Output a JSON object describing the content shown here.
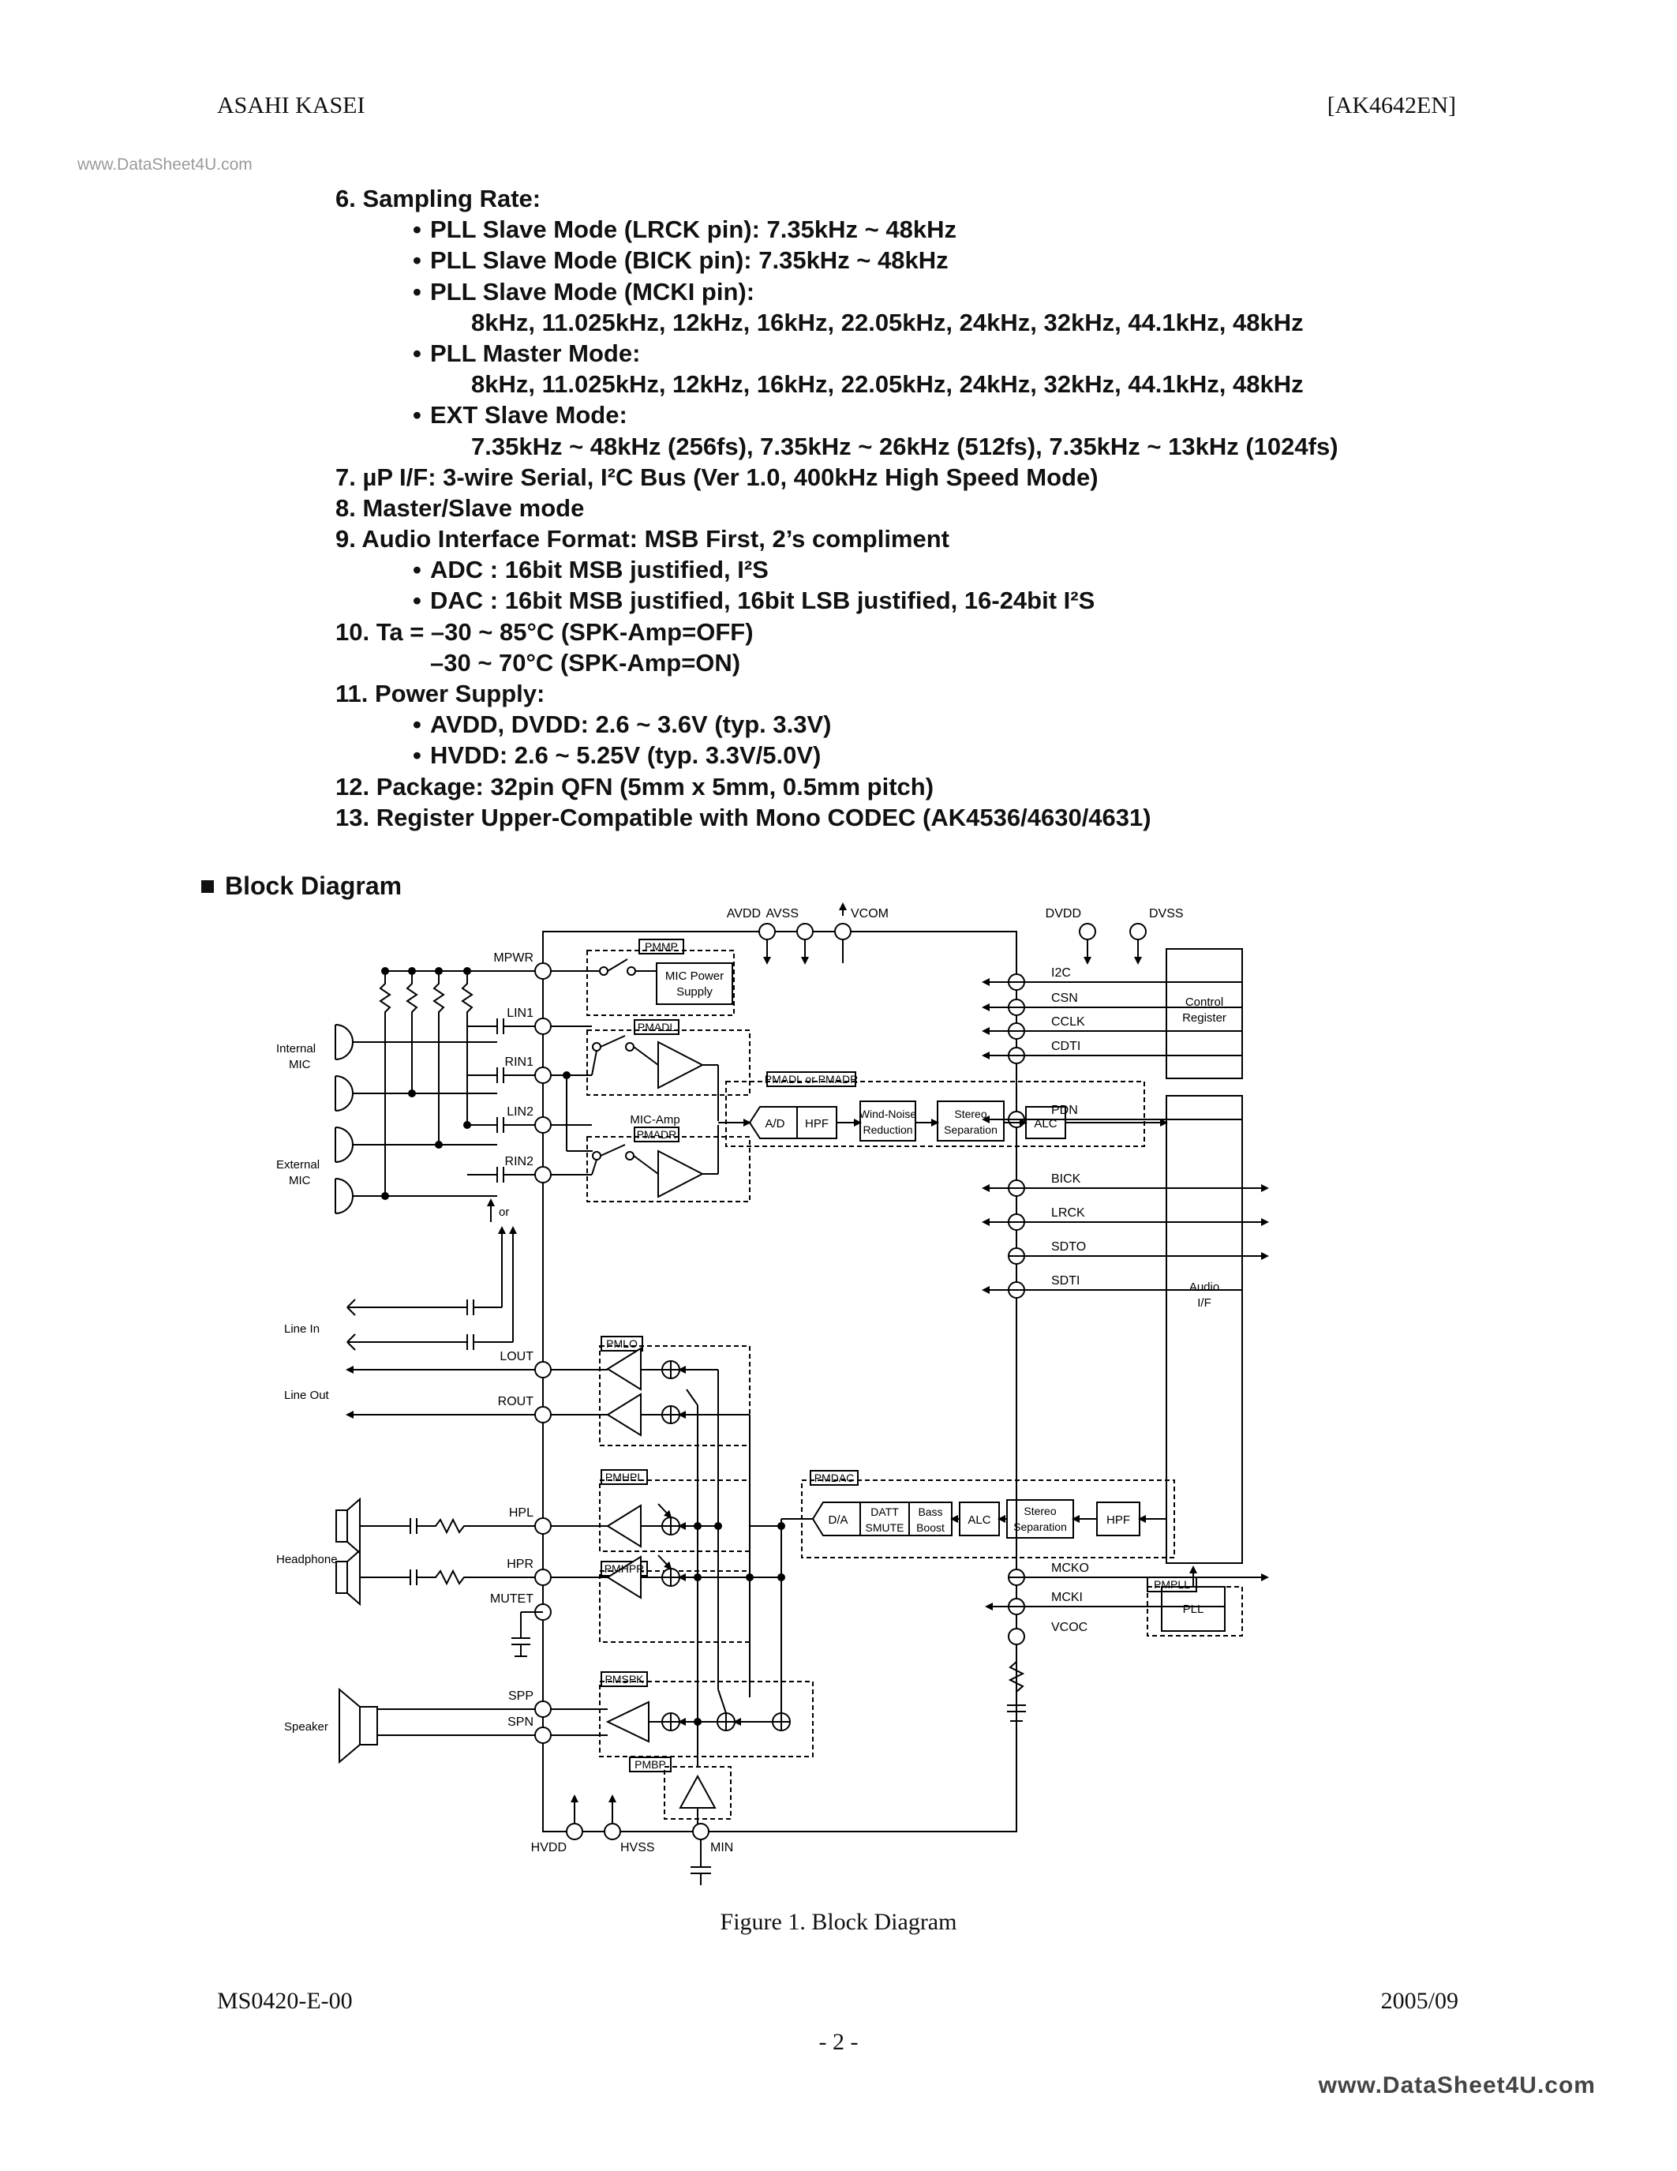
{
  "header": {
    "left": "ASAHI KASEI",
    "right": "[AK4642EN]"
  },
  "watermark_top": "www.DataSheet4U.com",
  "spec_lines": [
    {
      "level": 1,
      "text": "6. Sampling Rate:"
    },
    {
      "level": 2,
      "text": "PLL Slave Mode (LRCK pin): 7.35kHz ~ 48kHz"
    },
    {
      "level": 2,
      "text": "PLL Slave Mode (BICK pin): 7.35kHz ~ 48kHz"
    },
    {
      "level": 2,
      "text": "PLL Slave Mode (MCKI pin):"
    },
    {
      "level": 3,
      "text": "8kHz, 11.025kHz, 12kHz, 16kHz, 22.05kHz, 24kHz, 32kHz, 44.1kHz, 48kHz"
    },
    {
      "level": 2,
      "text": "PLL Master Mode:"
    },
    {
      "level": 3,
      "text": "8kHz, 11.025kHz, 12kHz, 16kHz, 22.05kHz, 24kHz, 32kHz, 44.1kHz, 48kHz"
    },
    {
      "level": 2,
      "text": "EXT Slave Mode:"
    },
    {
      "level": 3,
      "text": "7.35kHz ~ 48kHz (256fs), 7.35kHz ~ 26kHz (512fs), 7.35kHz ~ 13kHz (1024fs)"
    },
    {
      "level": 1,
      "text": "7. µP I/F: 3-wire Serial, I²C Bus (Ver 1.0, 400kHz High Speed Mode)"
    },
    {
      "level": 1,
      "text": "8. Master/Slave mode"
    },
    {
      "level": 1,
      "text": "9.   Audio Interface Format: MSB First, 2’s compliment"
    },
    {
      "level": 2,
      "text": "ADC : 16bit MSB justified, I²S"
    },
    {
      "level": 2,
      "text": "DAC : 16bit MSB justified, 16bit LSB justified, 16-24bit I²S"
    },
    {
      "level": 1,
      "text": "10. Ta = –30 ~ 85°C (SPK-Amp=OFF)"
    },
    {
      "level": 4,
      "text": "–30 ~ 70°C (SPK-Amp=ON)"
    },
    {
      "level": 1,
      "text": "11. Power Supply:"
    },
    {
      "level": 2,
      "text": "AVDD, DVDD: 2.6 ~ 3.6V (typ. 3.3V)"
    },
    {
      "level": 2,
      "text": "HVDD: 2.6 ~ 5.25V (typ. 3.3V/5.0V)"
    },
    {
      "level": 1,
      "text": "12. Package: 32pin QFN (5mm x 5mm, 0.5mm pitch)"
    },
    {
      "level": 1,
      "text": "13. Register Upper-Compatible with Mono CODEC (AK4536/4630/4631)"
    }
  ],
  "section_title": "Block Diagram",
  "diagram": {
    "top_pins": [
      "AVDD",
      "AVSS",
      "VCOM",
      "DVDD",
      "DVSS"
    ],
    "left_pins": [
      "MPWR",
      "LIN1",
      "RIN1",
      "LIN2",
      "RIN2",
      "LOUT",
      "ROUT",
      "HPL",
      "HPR",
      "MUTET",
      "SPP",
      "SPN"
    ],
    "right_pins": [
      "I2C",
      "CSN",
      "CCLK",
      "CDTI",
      "PDN",
      "BICK",
      "LRCK",
      "SDTO",
      "SDTI",
      "MCKO",
      "MCKI",
      "VCOC"
    ],
    "bottom_pins": [
      "HVDD",
      "HVSS",
      "MIN"
    ],
    "external": [
      "Internal",
      "MIC",
      "External",
      "MIC",
      "Line In",
      "Line Out",
      "Headphone",
      "Speaker",
      "or"
    ],
    "blocks": {
      "pmmp": "PMMP",
      "mic_power": [
        "MIC Power",
        "Supply"
      ],
      "pmadl": "PMADL",
      "pmadr": "PMADR",
      "mic_amp": "MIC-Amp",
      "pmadl_or_pmadr": "PMADL or PMADR",
      "ad": "A/D",
      "hpf": "HPF",
      "wind": [
        "Wind-Noise",
        "Reduction"
      ],
      "stereo_sep": [
        "Stereo",
        "Separation"
      ],
      "alc": "ALC",
      "control_reg": [
        "Control",
        "Register"
      ],
      "audio_if": [
        "Audio",
        "I/F"
      ],
      "pmlo": "PMLO",
      "pmhpl": "PMHPL",
      "pmhpr": "PMHPR",
      "pmspk": "PMSPK",
      "pmbp": "PMBP",
      "pmdac": "PMDAC",
      "da": "D/A",
      "datt": [
        "DATT",
        "SMUTE"
      ],
      "bass": [
        "Bass",
        "Boost"
      ],
      "alc2": "ALC",
      "stereo_sep2": [
        "Stereo",
        "Separation"
      ],
      "hpf2": "HPF",
      "pmpll": "PMPLL",
      "pll": "PLL"
    }
  },
  "caption": "Figure 1. Block Diagram",
  "footer": {
    "left": "MS0420-E-00",
    "right": "2005/09",
    "page": "- 2 -",
    "watermark": "www.DataSheet4U.com"
  }
}
